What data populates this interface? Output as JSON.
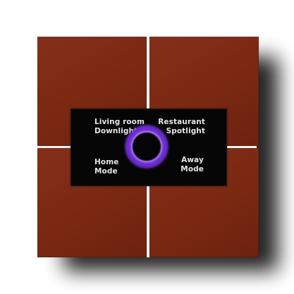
{
  "device": {
    "buttons": [
      {
        "id": "tl",
        "line1": "Living room",
        "line2": "Downlight"
      },
      {
        "id": "tr",
        "line1": "Restaurant",
        "line2": "Spotlight"
      },
      {
        "id": "bl",
        "line1": "Home",
        "line2": "Mode"
      },
      {
        "id": "br",
        "line1": "Away",
        "line2": "Mode"
      }
    ],
    "colors": {
      "key": "#7a2812",
      "display": "#050505",
      "ring": "#9b5cff",
      "text": "#e6e6e6"
    },
    "center_indicator_icon": "glow-ring-icon"
  }
}
